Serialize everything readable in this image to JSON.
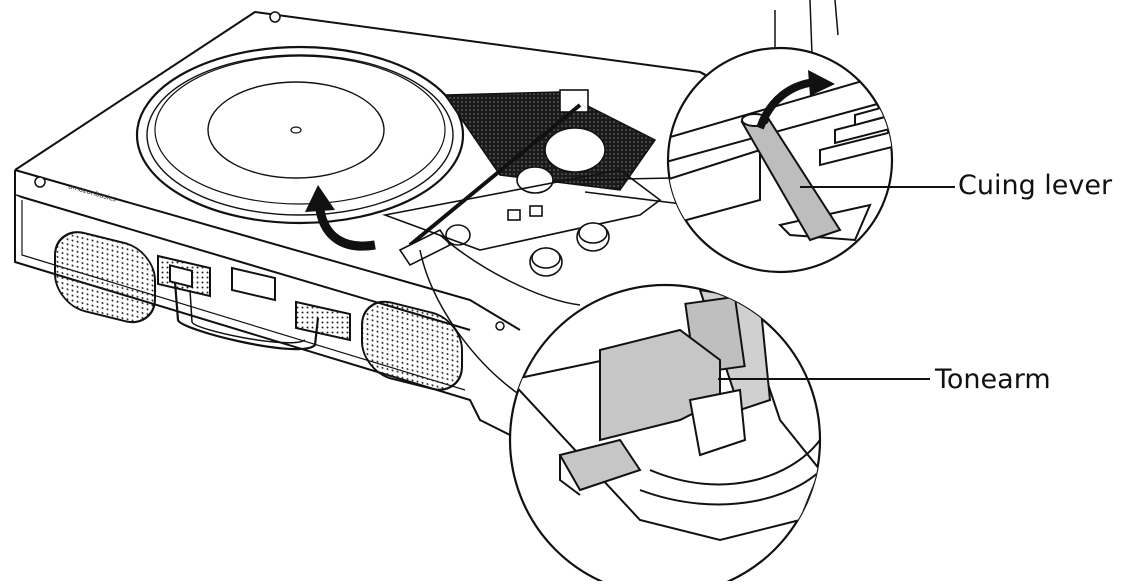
{
  "diagram": {
    "callouts": {
      "cuing_lever": "Cuing lever",
      "tonearm": "Tonearm"
    },
    "brand_mark": "amazonbasics"
  },
  "colors": {
    "line": "#111111",
    "fill_light": "#ffffff",
    "fill_grey": "#c8c8c8",
    "fill_dark": "#2a2a2a"
  }
}
